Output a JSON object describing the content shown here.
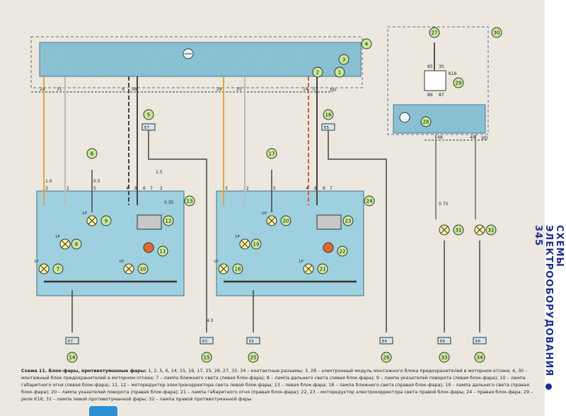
{
  "sidebar": {
    "title": "СХЕМЫ ЭЛЕКТРООБОРУДОВАНИЯ",
    "page_number": "345"
  },
  "caption": {
    "lead": "Схема 11. Блок-фары, противотуманные фары:",
    "body": " 1, 2, 5, 6, 14, 15, 16, 17, 25, 26, 27, 33, 34 – контактные разъемы; 3, 28 – электронный модуль монтажного блока предохранителей в моторном отсеке; 4, 30 – монтажный блок предохранителей в моторном отсеке; 7 – лампа ближнего света (левая блок-фара); 8 – лампа дальнего света (левая блок-фара); 9 – лампа указателей поворота (левая блок-фара); 10 – лампа габаритного огня (левая блок-фара); 11, 12 – моторедуктор электрокорректора света левой блок-фары; 13 – левая блок-фара; 18 – лампа ближнего света (правая блок-фара); 19 – лампа дальнего света (правая блок-фара); 20 – лампа указателей поворота (правая блок-фара); 21 – лампа габаритного огня (правая блок-фара); 22, 23 – моторедуктор электрокорректора света правой блок-фары; 24 – правая блок-фара; 29 – реле К16; 31 – лампа левой противотуманной фары; 32 – лампа правой противотуманной фары"
  },
  "diagram": {
    "connector_label": "XEI",
    "connector_label_right": "XEI",
    "relay_label": "K16",
    "pins_top": [
      "24",
      "31",
      "9",
      "56",
      "29",
      "25",
      "14",
      "57"
    ],
    "pins_right_block": [
      "48",
      "49"
    ],
    "pins_right_top": [
      "85",
      "30",
      "86",
      "87"
    ],
    "left_lamp_pins": [
      "3",
      "2",
      "5",
      "4",
      "8",
      "6",
      "7",
      "2"
    ],
    "right_lamp_pins": [
      "3",
      "2",
      "5",
      "4",
      "8",
      "6",
      "7"
    ],
    "wire_sizes": [
      "1.0",
      "0.5",
      "0.35",
      "1.5",
      "4.0",
      "0.75"
    ],
    "lamp_label": "1P",
    "ground_labels": [
      "Е7",
      "Е7",
      "Е3",
      "Е5",
      "Е5",
      "Е4",
      "Е6",
      "Е6"
    ],
    "callouts": [
      "1",
      "2",
      "3",
      "4",
      "5",
      "6",
      "7",
      "8",
      "9",
      "10",
      "11",
      "12",
      "13",
      "14",
      "15",
      "16",
      "17",
      "18",
      "19",
      "20",
      "21",
      "22",
      "23",
      "24",
      "25",
      "26",
      "27",
      "28",
      "29",
      "30",
      "31",
      "32",
      "33",
      "34"
    ],
    "colors": {
      "module": "#9fd0df",
      "lamp": "#fff3a0",
      "motor": "#e0682c",
      "wire": "#555555",
      "orange": "#e8a040",
      "callout": "#c8e89a"
    }
  }
}
